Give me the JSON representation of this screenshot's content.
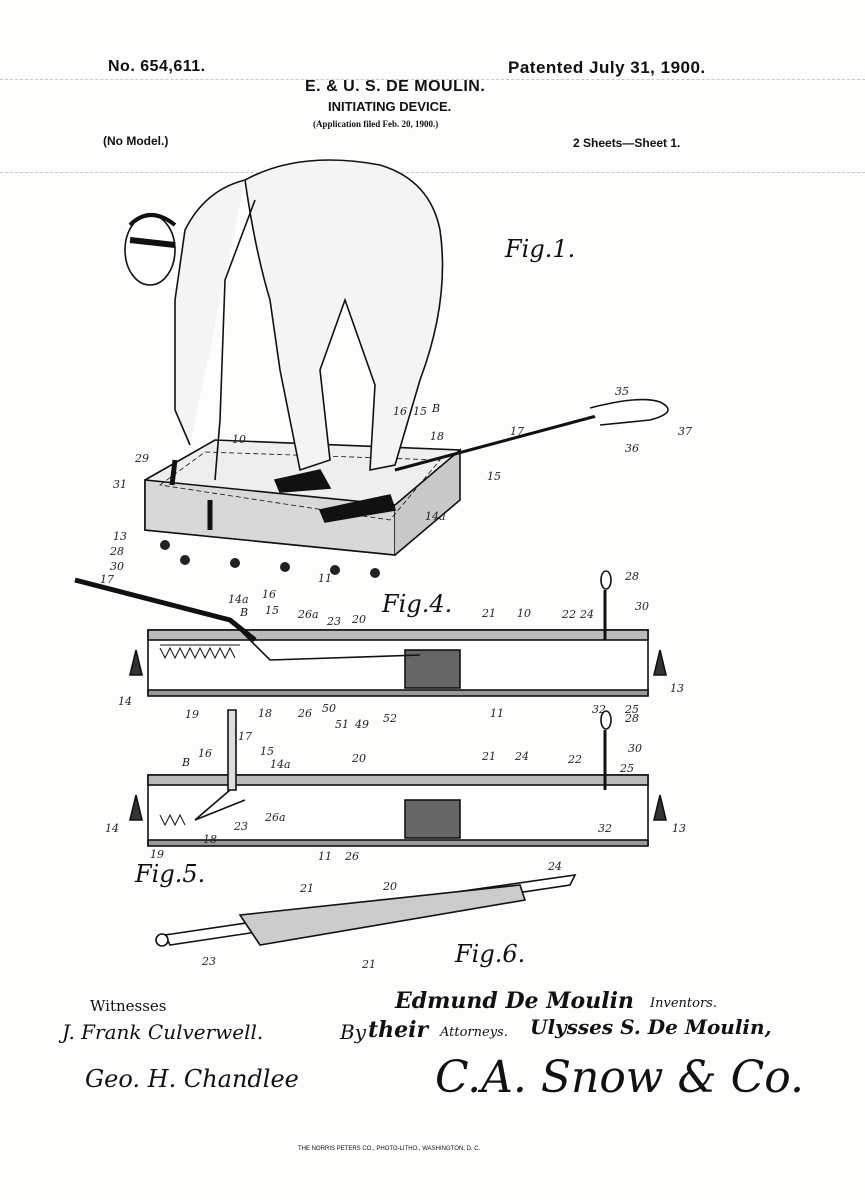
{
  "header": {
    "patent_number": "No. 654,611.",
    "patent_date": "Patented July 31, 1900.",
    "inventors": "E. & U. S. DE MOULIN.",
    "title": "INITIATING DEVICE.",
    "application": "(Application filed Feb. 20, 1900.)",
    "model": "(No Model.)",
    "sheets": "2 Sheets—Sheet 1."
  },
  "figures": {
    "fig1": "Fig.1.",
    "fig4": "Fig.4.",
    "fig5": "Fig.5.",
    "fig6": "Fig.6."
  },
  "reference_numerals": {
    "fig1": [
      "35",
      "37",
      "36",
      "17",
      "16",
      "15",
      "B",
      "18",
      "15",
      "10",
      "29",
      "31",
      "13",
      "28",
      "30",
      "11",
      "14a"
    ],
    "fig4": [
      "17",
      "14a",
      "16",
      "B",
      "15",
      "26a",
      "23",
      "20",
      "21",
      "10",
      "22",
      "24",
      "28",
      "30",
      "13",
      "14",
      "19",
      "18",
      "26",
      "50",
      "51",
      "49",
      "52",
      "11",
      "32",
      "25"
    ],
    "fig5": [
      "17",
      "B",
      "16",
      "15",
      "14a",
      "20",
      "21",
      "24",
      "22",
      "28",
      "30",
      "25",
      "14",
      "18",
      "23",
      "26a",
      "13",
      "19",
      "11",
      "26",
      "32"
    ],
    "fig6": [
      "24",
      "20",
      "21",
      "21",
      "23"
    ]
  },
  "signatures": {
    "witnesses_label": "Witnesses",
    "witness_1": "J. Frank Culverwell.",
    "witness_2": "Geo. H. Chandlee",
    "inventor_1": "Edmund De Moulin",
    "inventors_label": "Inventors.",
    "by_label": "By",
    "their_label": "their",
    "attorneys_label": "Attorneys.",
    "inventor_2": "Ulysses S. De Moulin,",
    "attorney_signature": "C.A. Snow & Co."
  },
  "footer": {
    "printer": "THE NORRIS PETERS CO., PHOTO-LITHO., WASHINGTON, D. C."
  }
}
